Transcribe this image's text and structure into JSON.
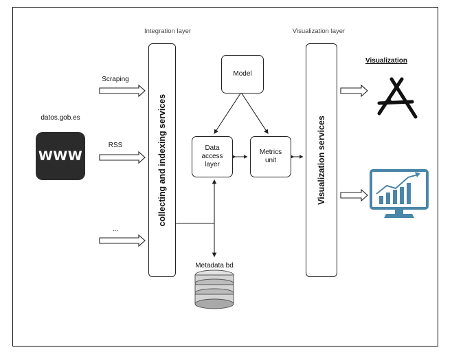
{
  "source": {
    "label": "datos.gob.es",
    "icon_text": "WWW"
  },
  "inputs": [
    {
      "label": "Scraping"
    },
    {
      "label": "RSS"
    },
    {
      "label": "..."
    }
  ],
  "integration_layer": {
    "header": "Integration layer",
    "box_label": "collecting and indexing services"
  },
  "center": {
    "model": "Model",
    "data_access": "Data access layer",
    "metrics": "Metrics unit",
    "metadata": "Metadata bd"
  },
  "visualization_layer": {
    "header": "Visualization layer",
    "box_label": "Visualization services"
  },
  "visualization": {
    "title": "Visualization",
    "icons": [
      "app-store-icon",
      "analytics-monitor-icon"
    ]
  },
  "colors": {
    "monitor": "#4a86a8",
    "dark": "#2b2b2b",
    "line": "#222222"
  }
}
